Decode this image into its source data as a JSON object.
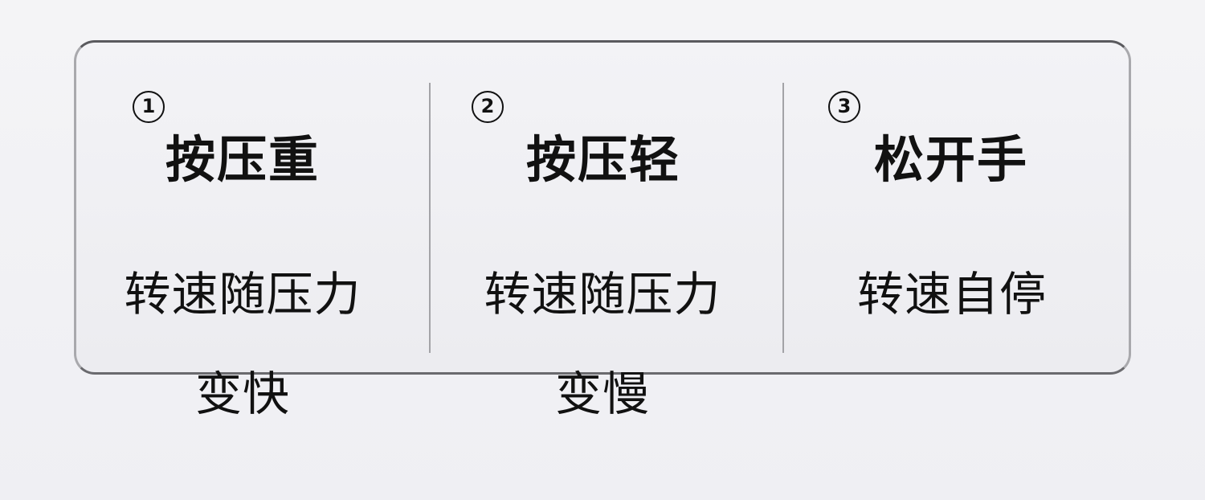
{
  "steps": [
    {
      "number": "1",
      "title": "按压重",
      "desc_line1": "转速随压力",
      "desc_line2": "变快"
    },
    {
      "number": "2",
      "title": "按压轻",
      "desc_line1": "转速随压力",
      "desc_line2": "变慢"
    },
    {
      "number": "3",
      "title": "松开手",
      "desc_line1": "转速自停",
      "desc_line2": ""
    }
  ],
  "colors": {
    "text": "#111111",
    "border": "#a9a9ad",
    "divider": "#a3a3a7",
    "background": "#f2f2f5"
  }
}
